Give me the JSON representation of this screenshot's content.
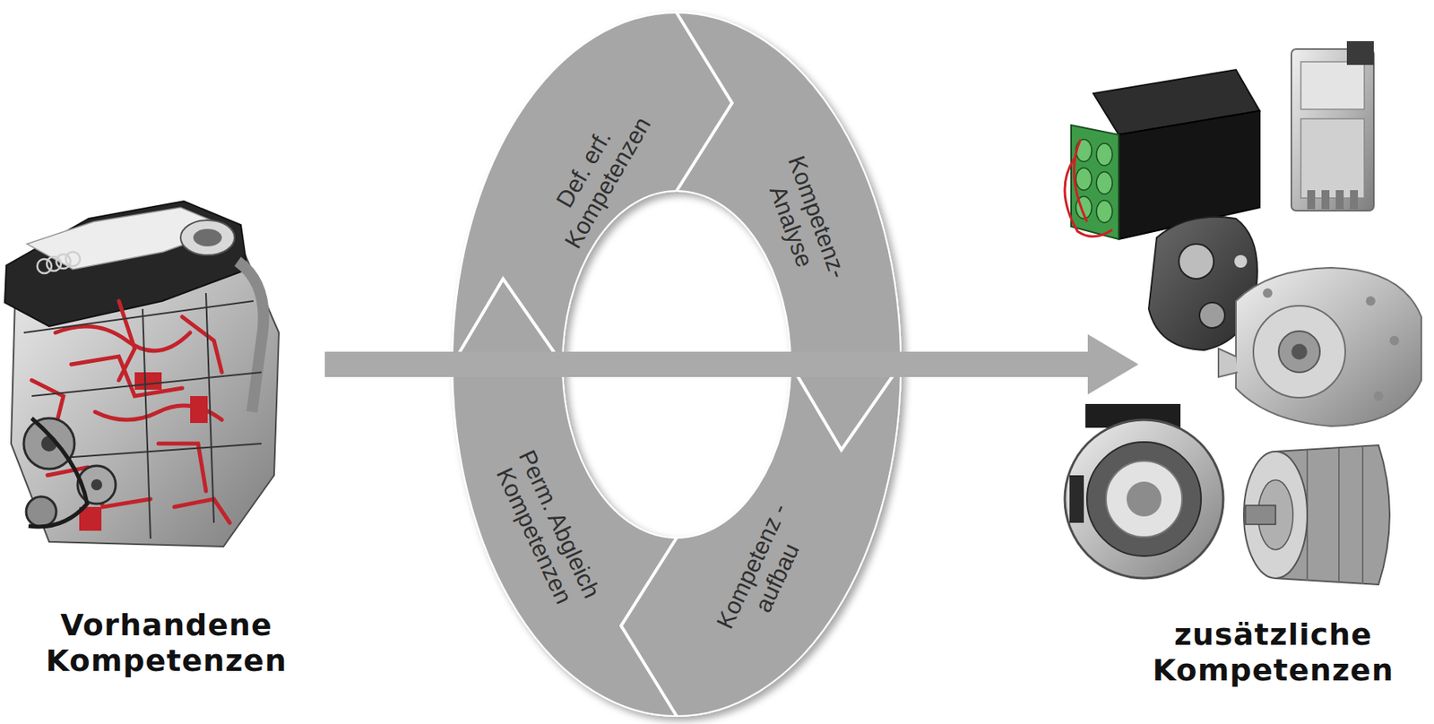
{
  "diagram": {
    "nodes": [
      {
        "text": [
          "Vorhandene Kompetenzen"
        ]
      },
      {
        "text": [
          "Def. erf. Kompetenzen"
        ]
      },
      {
        "text": [
          "Kompetenz- Analyse"
        ]
      },
      {
        "text": [
          "Kompetenz -aufbau"
        ]
      },
      {
        "text": [
          "Perm. Abgleich Kompetenzen"
        ]
      },
      {
        "text": [
          "zusätzliche Kompetenzen"
        ]
      }
    ],
    "edges": [
      {
        "from": 0,
        "to": 5,
        "arrow": "to"
      }
    ]
  }
}
